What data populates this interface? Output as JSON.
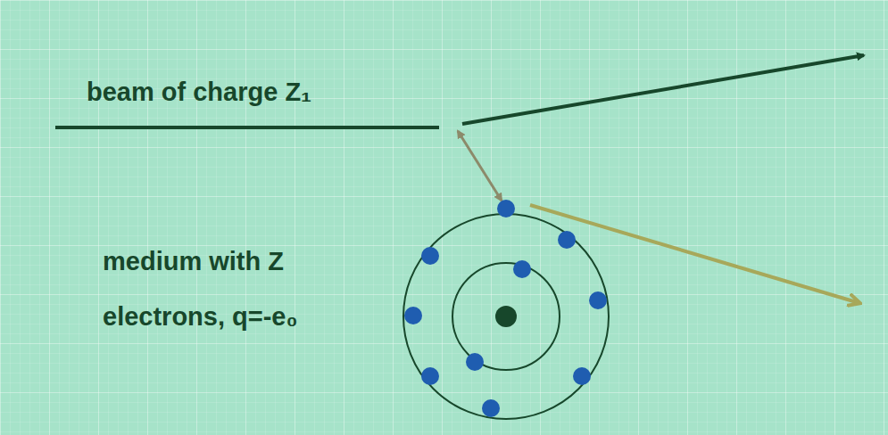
{
  "diagram": {
    "labels": [
      "beam of charge Z₁",
      "medium with Z",
      "electrons, q=-e₀"
    ]
  }
}
